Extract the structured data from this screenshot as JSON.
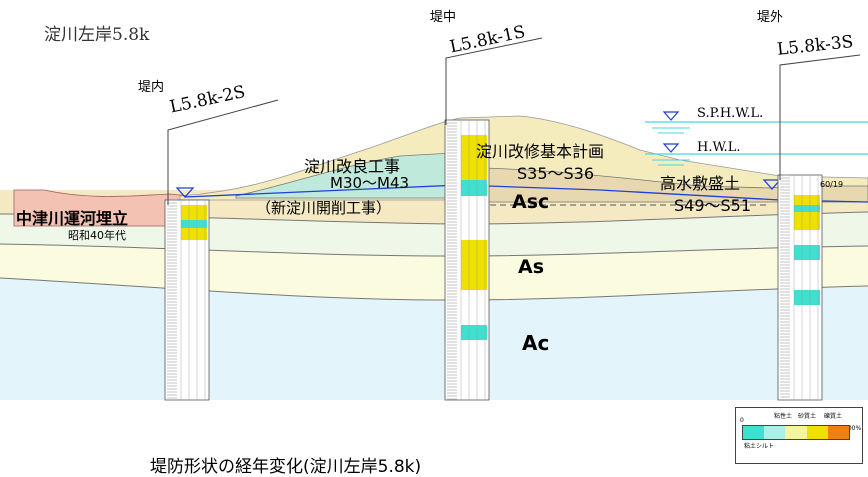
{
  "title": "淀川左岸5.8k",
  "caption": "堤防形状の経年変化(淀川左岸5.8k)",
  "sections": {
    "inner": {
      "label": "堤内",
      "boring": "L5.8k-2S"
    },
    "center": {
      "label": "堤中",
      "boring": "L5.8k-1S"
    },
    "outer": {
      "label": "堤外",
      "boring": "L5.8k-3S"
    }
  },
  "water_levels": {
    "sphwl": "S.P.H.W.L.",
    "hwl": "H.W.L."
  },
  "fills": {
    "nakatsu": {
      "name": "中津川運河埋立",
      "era": "昭和40年代"
    },
    "kairyo": {
      "name": "淀川改良工事",
      "era": "M30～M43",
      "sub": "（新淀川開削工事）"
    },
    "kaishu": {
      "name": "淀川改修基本計画",
      "era": "S35～S36"
    },
    "koshui": {
      "name": "高水敷盛土",
      "era": "S49～S51"
    }
  },
  "layers": {
    "asc": "Asc",
    "as": "As",
    "ac": "Ac"
  },
  "marker": "60/19",
  "legend": {
    "labels": [
      "粘性土",
      "砂質土",
      "礫質土"
    ],
    "zero": "0",
    "hundred": "100%",
    "bottom_label": "粘土シルト",
    "colors": [
      "#40e0d0",
      "#a8f0e8",
      "#f5f5a0",
      "#f0e000",
      "#f08010"
    ]
  },
  "colors": {
    "ac": "#e4f4fb",
    "as": "#fbfbe0",
    "asc": "#eef7e8",
    "top_clay": "#f5e9c4",
    "nakatsu_fill": "#f3c2b3",
    "kairyo_fill": "#bfeadb",
    "kaishu_fill": "#f5ecbe",
    "koshui_fill": "#e8d8b0",
    "water": "#40d8e8",
    "groundwater": "#1f3fd8"
  }
}
